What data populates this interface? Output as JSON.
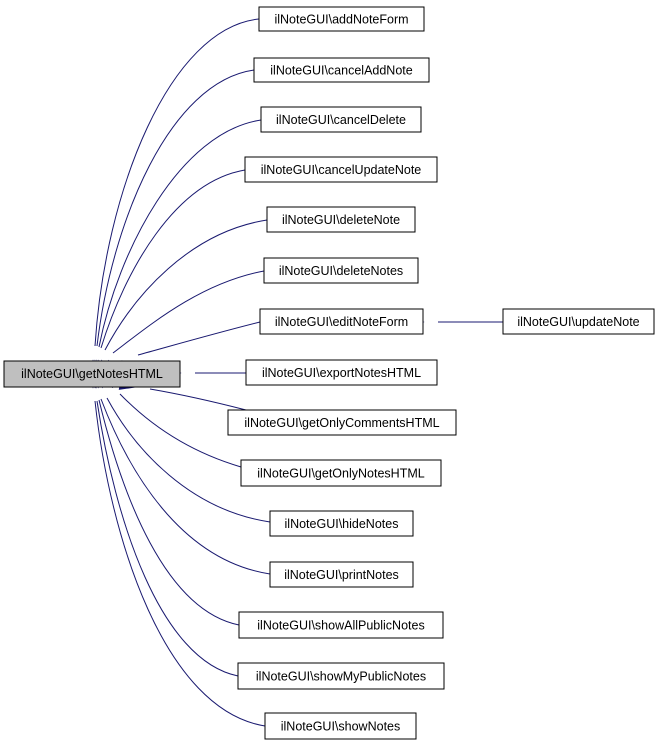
{
  "colors": {
    "edge": "#191970",
    "node_fill": "#ffffff",
    "focus_node_fill": "#bfbfbf",
    "node_border": "#000000"
  },
  "nodes": {
    "get_notes_html": "ilNoteGUI\\getNotesHTML",
    "add_note_form": "ilNoteGUI\\addNoteForm",
    "cancel_add_note": "ilNoteGUI\\cancelAddNote",
    "cancel_delete": "ilNoteGUI\\cancelDelete",
    "cancel_update_note": "ilNoteGUI\\cancelUpdateNote",
    "delete_note": "ilNoteGUI\\deleteNote",
    "delete_notes": "ilNoteGUI\\deleteNotes",
    "edit_note_form": "ilNoteGUI\\editNoteForm",
    "export_notes_html": "ilNoteGUI\\exportNotesHTML",
    "get_only_comments_html": "ilNoteGUI\\getOnlyCommentsHTML",
    "get_only_notes_html": "ilNoteGUI\\getOnlyNotesHTML",
    "hide_notes": "ilNoteGUI\\hideNotes",
    "print_notes": "ilNoteGUI\\printNotes",
    "show_all_public_notes": "ilNoteGUI\\showAllPublicNotes",
    "show_my_public_notes": "ilNoteGUI\\showMyPublicNotes",
    "show_notes": "ilNoteGUI\\showNotes",
    "update_note": "ilNoteGUI\\updateNote"
  },
  "edges": [
    {
      "from": "add_note_form",
      "to": "get_notes_html"
    },
    {
      "from": "cancel_add_note",
      "to": "get_notes_html"
    },
    {
      "from": "cancel_delete",
      "to": "get_notes_html"
    },
    {
      "from": "cancel_update_note",
      "to": "get_notes_html"
    },
    {
      "from": "delete_note",
      "to": "get_notes_html"
    },
    {
      "from": "delete_notes",
      "to": "get_notes_html"
    },
    {
      "from": "edit_note_form",
      "to": "get_notes_html"
    },
    {
      "from": "export_notes_html",
      "to": "get_notes_html"
    },
    {
      "from": "get_only_comments_html",
      "to": "get_notes_html"
    },
    {
      "from": "get_only_notes_html",
      "to": "get_notes_html"
    },
    {
      "from": "hide_notes",
      "to": "get_notes_html"
    },
    {
      "from": "print_notes",
      "to": "get_notes_html"
    },
    {
      "from": "show_all_public_notes",
      "to": "get_notes_html"
    },
    {
      "from": "show_my_public_notes",
      "to": "get_notes_html"
    },
    {
      "from": "show_notes",
      "to": "get_notes_html"
    },
    {
      "from": "update_note",
      "to": "edit_note_form"
    }
  ]
}
